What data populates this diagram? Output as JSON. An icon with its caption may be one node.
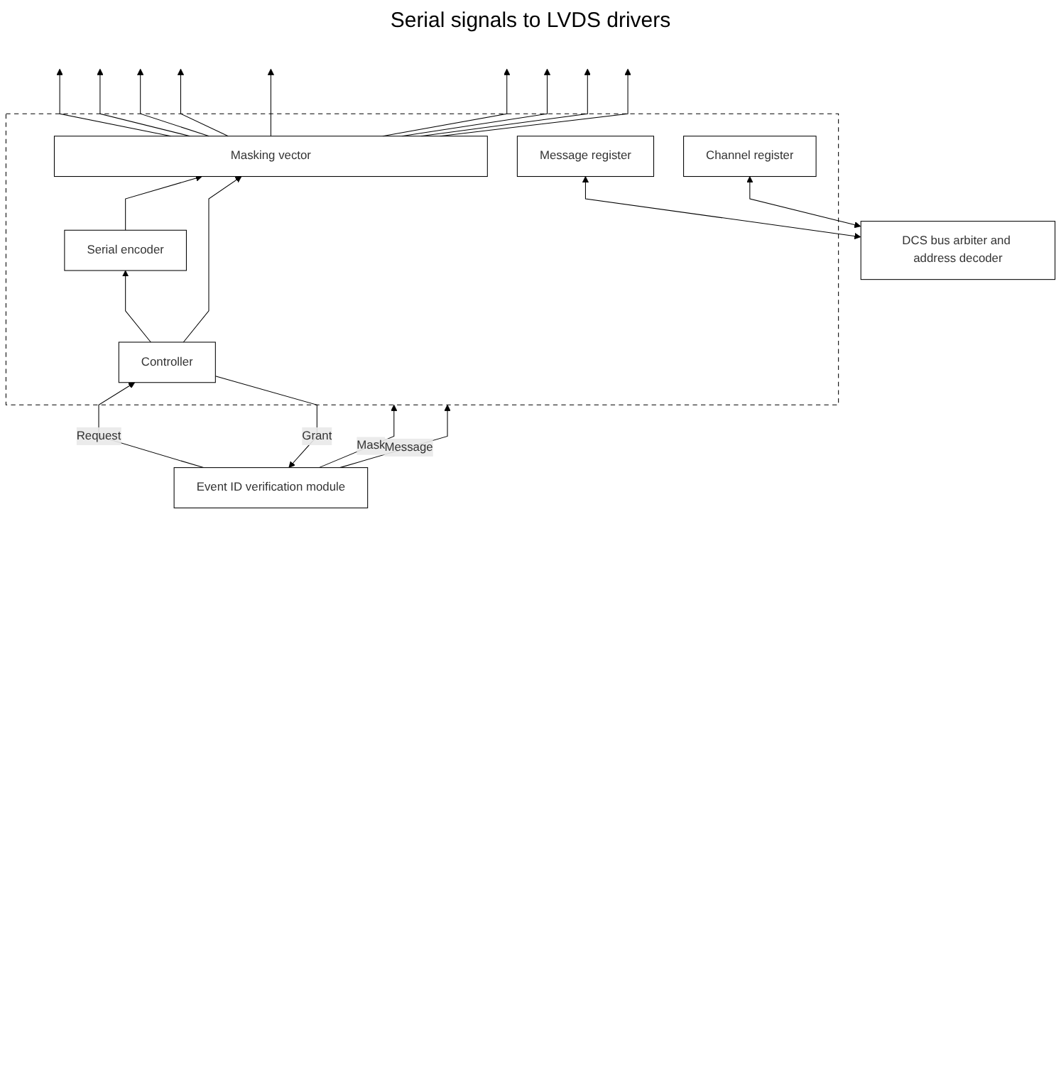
{
  "diagram": {
    "nodes": [
      {
        "text": [
          "Event ID verification module"
        ]
      },
      {
        "text": [],
        "shape": "box"
      },
      {
        "text": [
          "Masking vector"
        ],
        "in": 1
      },
      {
        "text": [
          "Serial encoder"
        ],
        "in": 1
      },
      {
        "text": [
          "Controller"
        ],
        "in": 1
      },
      {
        "text": [
          "Message register"
        ],
        "in": 1
      },
      {
        "text": [
          "Channel register"
        ],
        "in": 1
      },
      {
        "text": [
          "DCS bus arbiter and address decoder"
        ]
      }
    ],
    "edges": [
      {
        "from": 2,
        "to": null,
        "arrow": "to"
      },
      {
        "from": 2,
        "to": null,
        "arrow": "to"
      },
      {
        "from": 2,
        "to": null,
        "arrow": "to"
      },
      {
        "from": 2,
        "to": null,
        "arrow": "to"
      },
      {
        "from": 2,
        "to": null,
        "arrow": "to"
      },
      {
        "from": 2,
        "to": null,
        "arrow": "to"
      },
      {
        "from": 2,
        "to": null,
        "arrow": "to"
      },
      {
        "from": 2,
        "to": null,
        "arrow": "to"
      },
      {
        "from": 2,
        "to": null,
        "arrow": "to"
      },
      {
        "from": 3,
        "to": 2,
        "arrow": "to"
      },
      {
        "from": 4,
        "to": 3,
        "arrow": "to"
      },
      {
        "from": 4,
        "to": 2,
        "arrow": "to"
      },
      {
        "from": 0,
        "to": 1,
        "label": "Mask",
        "arrow": "to"
      },
      {
        "from": 0,
        "to": 1,
        "label": "Message",
        "arrow": "to"
      },
      {
        "from": 0,
        "to": 4,
        "label": "Request",
        "arrow": "to"
      },
      {
        "from": 4,
        "to": 0,
        "label": "Grant",
        "arrow": "to"
      },
      {
        "from": 7,
        "to": 5,
        "arrow": "both"
      },
      {
        "from": 7,
        "to": 6,
        "arrow": "both"
      }
    ],
    "labels": [
      "Serial signals to LVDS drivers"
    ]
  }
}
